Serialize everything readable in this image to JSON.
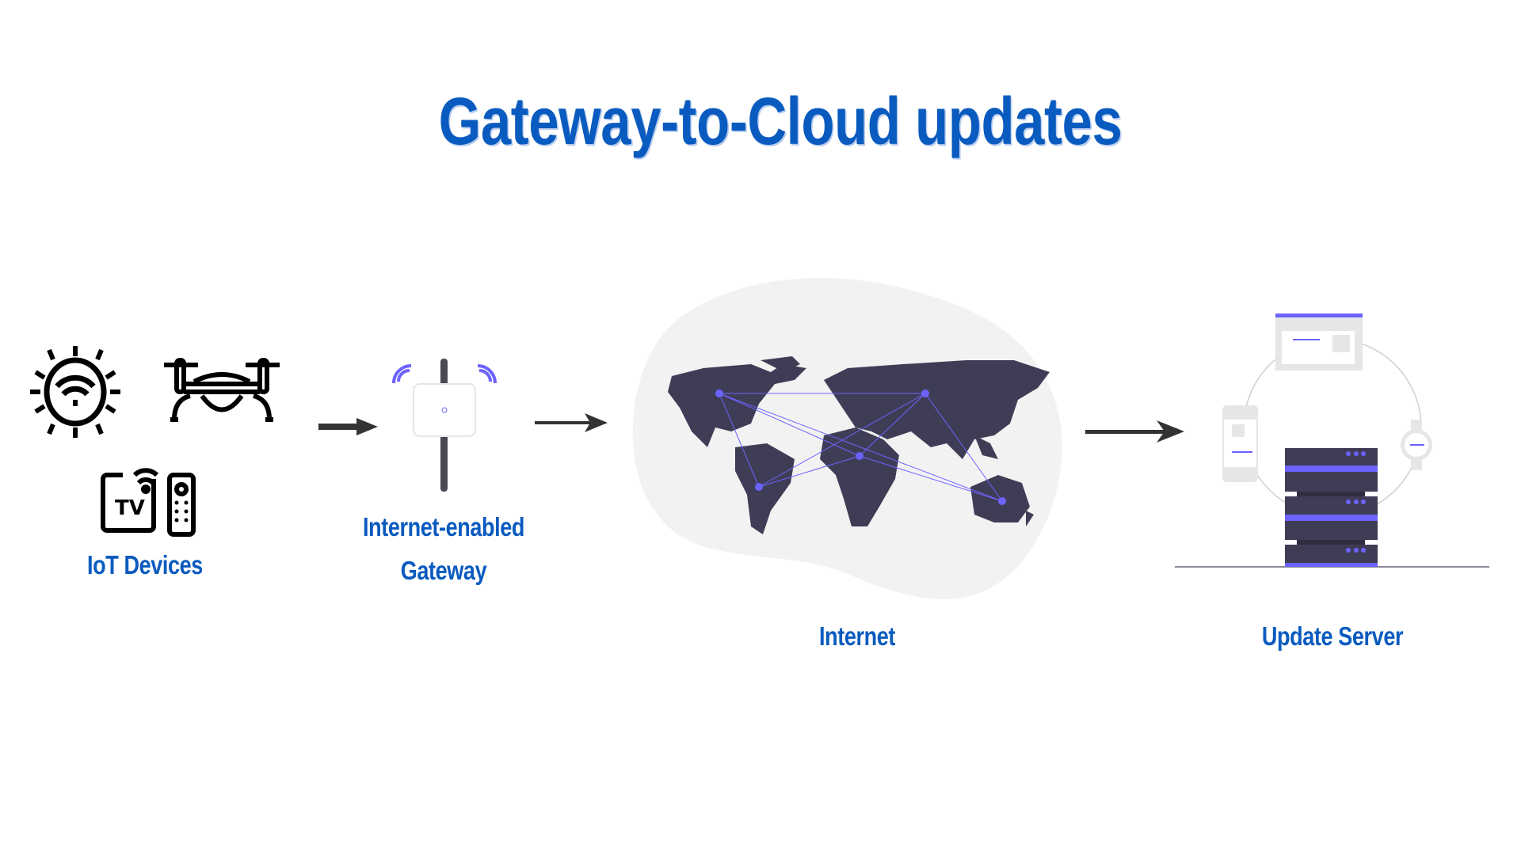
{
  "title": "Gateway-to-Cloud updates",
  "nodes": [
    {
      "label": "IoT Devices",
      "icons": [
        "smart-bulb-icon",
        "drone-icon",
        "smart-tv-icon",
        "remote-icon"
      ]
    },
    {
      "label_line1": "Internet-enabled",
      "label_line2": "Gateway"
    },
    {
      "label": "Internet"
    },
    {
      "label": "Update Server"
    }
  ],
  "colors": {
    "title": "#0a5bbf",
    "accent": "#6c63ff",
    "dark": "#3f3d56",
    "blob": "#f2f2f2"
  }
}
